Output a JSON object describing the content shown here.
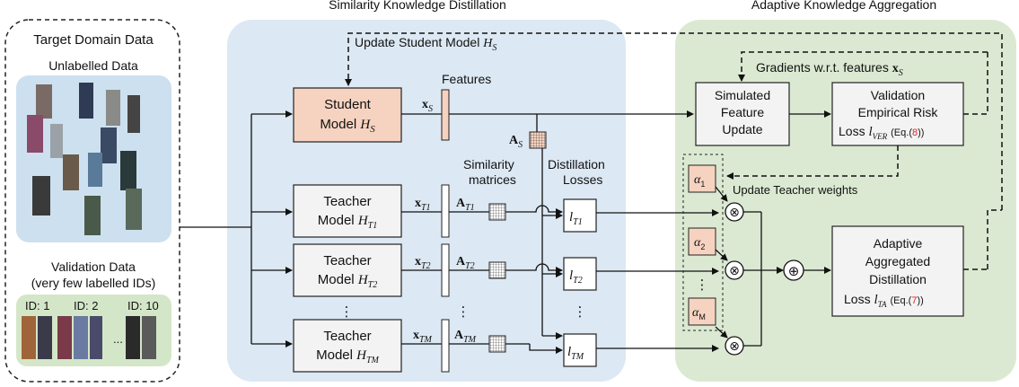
{
  "colors": {
    "blue_panel": "#dce8f3",
    "green_panel": "#dbe9d2",
    "student_box": "#f6d3c0",
    "alpha_box": "#f6d3c0",
    "unlabelled_bg": "#cde0ef",
    "validation_bg": "#d4e6c8",
    "reference_red": "#d62728"
  },
  "titles": {
    "ska": "Similarity Knowledge Distillation",
    "aka": "Adaptive Knowledge Aggregation"
  },
  "target": {
    "title": "Target Domain Data",
    "unlabelled": "Unlabelled Data",
    "validation_line1": "Validation Data",
    "validation_line2": "(very few labelled IDs)",
    "ids": [
      "ID: 1",
      "ID: 2",
      "ID: 10"
    ],
    "ellipsis": "..."
  },
  "student": {
    "update_label": "Update Student Model ",
    "update_sym": "H",
    "update_sub": "S",
    "line1": "Student",
    "line2": "Model ",
    "sym": "H",
    "sub": "S",
    "features": "Features",
    "feat_sym": "x",
    "feat_sub": "S",
    "sim_sym": "A",
    "sim_sub": "S"
  },
  "teachers": [
    {
      "line1": "Teacher",
      "line2": "Model ",
      "sym": "H",
      "sub": "T1",
      "feat_sub": "T1",
      "sim_sub": "T1",
      "loss_sub": "T1"
    },
    {
      "line1": "Teacher",
      "line2": "Model ",
      "sym": "H",
      "sub": "T2",
      "feat_sub": "T2",
      "sim_sub": "T2",
      "loss_sub": "T2"
    },
    {
      "line1": "Teacher",
      "line2": "Model ",
      "sym": "H",
      "sub": "TM",
      "feat_sub": "TM",
      "sim_sub": "TM",
      "loss_sub": "TM"
    }
  ],
  "labels": {
    "similarity": "Similarity",
    "matrices": "matrices",
    "distillation": "Distillation",
    "losses": "Losses",
    "vdots": "⋮"
  },
  "aka": {
    "gradients": "Gradients w.r.t. features ",
    "grad_sym": "x",
    "grad_sub": "S",
    "sim_update": [
      "Simulated",
      "Feature",
      "Update"
    ],
    "ver": [
      "Validation",
      "Empirical Risk",
      "Loss "
    ],
    "ver_sym": "l",
    "ver_sub": "VER",
    "ver_eq_open": "(Eq.(",
    "ver_eq_num": "8",
    "ver_eq_close": "))",
    "update_teacher": "Update Teacher weights",
    "alphas": [
      "1",
      "2",
      "M"
    ],
    "alpha_sym": "α",
    "agg": [
      "Adaptive",
      "Aggregated",
      "Distillation",
      "Loss "
    ],
    "agg_sym": "l",
    "agg_sub": "TA",
    "agg_eq_open": "(Eq.(",
    "agg_eq_num": "7",
    "agg_eq_close": "))",
    "times": "⊗",
    "plus": "⊕"
  }
}
